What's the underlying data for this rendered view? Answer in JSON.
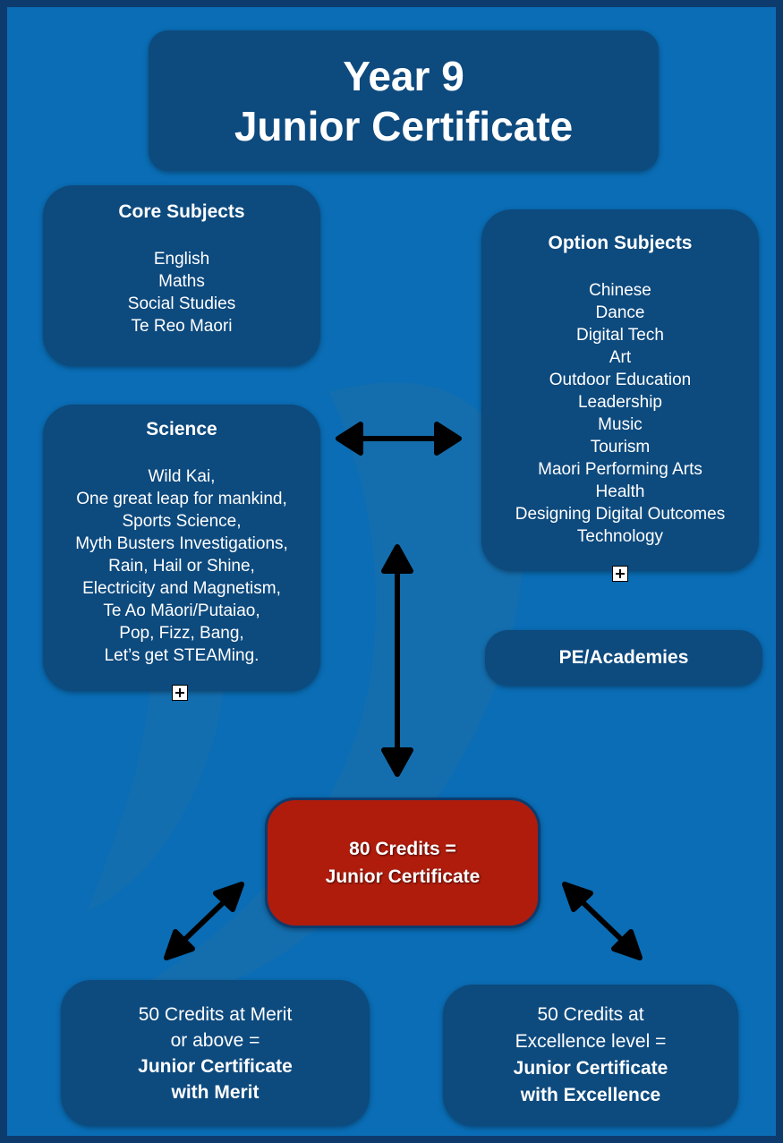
{
  "header": {
    "line1": "Year 9",
    "line2": "Junior Certificate"
  },
  "core": {
    "title": "Core Subjects",
    "items": [
      "English",
      "Maths",
      "Social Studies",
      "Te Reo Maori"
    ]
  },
  "science": {
    "title": "Science",
    "items": [
      "Wild Kai,",
      "One great leap for mankind,",
      "Sports Science,",
      "Myth Busters Investigations,",
      "Rain, Hail or Shine,",
      "Electricity and Magnetism,",
      "Te Ao Māori/Putaiao,",
      "Pop, Fizz, Bang,",
      "Let’s get STEAMing."
    ]
  },
  "options": {
    "title": "Option Subjects",
    "items": [
      "Chinese",
      "Dance",
      "Digital Tech",
      "Art",
      "Outdoor Education",
      "Leadership",
      "Music",
      "Tourism",
      "Maori Performing Arts",
      "Health",
      "Designing Digital Outcomes",
      "Technology"
    ]
  },
  "pe": {
    "label": "PE/Academies"
  },
  "credits": {
    "line1": "80 Credits =",
    "line2": "Junior Certificate"
  },
  "merit": {
    "line1": "50 Credits at Merit",
    "line2": "or above =",
    "line3": "Junior Certificate",
    "line4": "with Merit"
  },
  "excellence": {
    "line1": "50 Credits at",
    "line2": "Excellence level =",
    "line3": "Junior Certificate",
    "line4": "with Excellence"
  },
  "colors": {
    "background": "#0a6db5",
    "box": "#0d4a7e",
    "highlight": "#b01c0c",
    "border": "#0d3b6e"
  }
}
